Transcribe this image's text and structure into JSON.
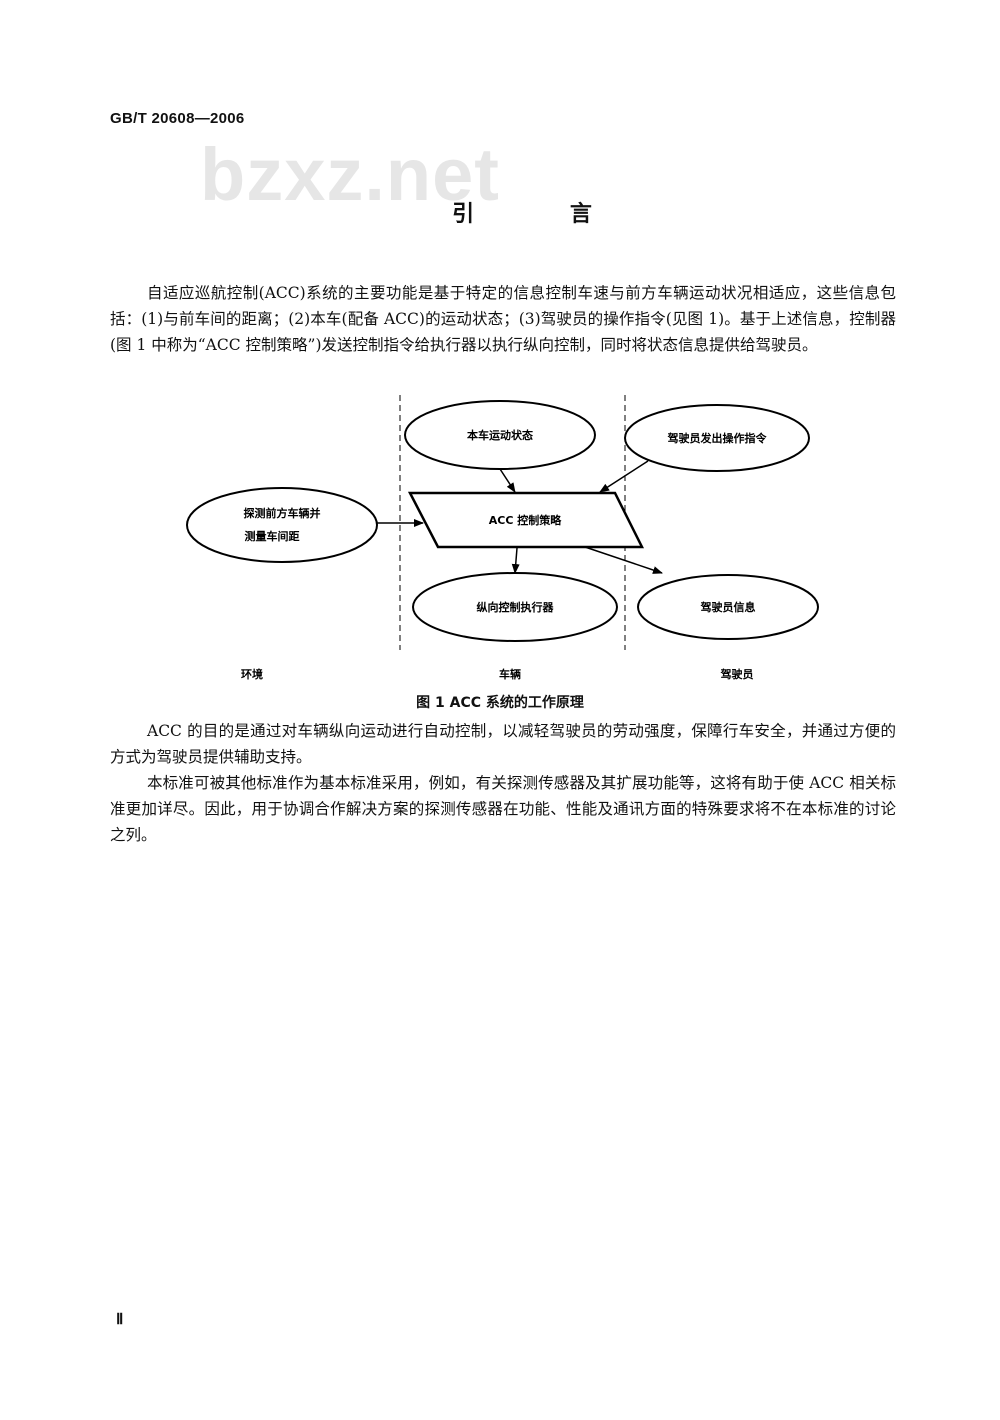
{
  "header": {
    "standard_code": "GB/T 20608—2006",
    "watermark": "bzxz.net"
  },
  "section_title": "引 言",
  "paragraphs": {
    "intro": "自适应巡航控制(ACC)系统的主要功能是基于特定的信息控制车速与前方车辆运动状况相适应，这些信息包括：(1)与前车间的距离；(2)本车(配备 ACC)的运动状态；(3)驾驶员的操作指令(见图 1)。基于上述信息，控制器(图 1 中称为“ACC 控制策略”)发送控制指令给执行器以执行纵向控制，同时将状态信息提供给驾驶员。",
    "purpose": "ACC 的目的是通过对车辆纵向运动进行自动控制，以减轻驾驶员的劳动强度，保障行车安全，并通过方便的方式为驾驶员提供辅助支持。",
    "scope": "本标准可被其他标准作为基本标准采用，例如，有关探测传感器及其扩展功能等，这将有助于使 ACC 相关标准更加详尽。因此，用于协调合作解决方案的探测传感器在功能、性能及通讯方面的特殊要求将不在本标准的讨论之列。"
  },
  "figure": {
    "caption": "图 1 ACC 系统的工作原理",
    "nodes": {
      "vehicle_state": "本车运动状态",
      "driver_command": "驾驶员发出操作指令",
      "detect_line1": "探测前方车辆并",
      "detect_line2": "测量车间距",
      "strategy": "ACC 控制策略",
      "actuator": "纵向控制执行器",
      "driver_info": "驾驶员信息"
    },
    "zones": {
      "environment": "环境",
      "vehicle": "车辆",
      "driver": "驾驶员"
    }
  },
  "footer": {
    "page_number": "Ⅱ"
  }
}
